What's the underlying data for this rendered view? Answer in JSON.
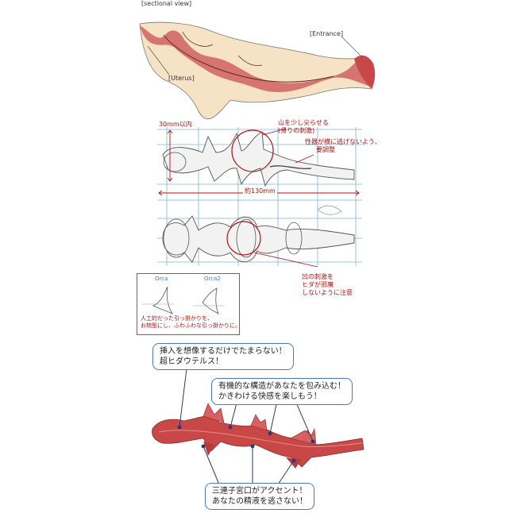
{
  "sectional": {
    "title": "[sectional view]",
    "entrance_label": "[Entrance]",
    "uterus_label": "[Uterus]"
  },
  "blueprint": {
    "width_note": "30mm以内",
    "length_note": "約130mm",
    "note_mountain": [
      "山を少し尖らせる",
      "(帰りの刺激)"
    ],
    "note_adjust": [
      "性器が横に逃げないよう、",
      "要調整"
    ],
    "note_valley": [
      "凹の刺激を",
      "ヒダが邪魔",
      "しないように注意"
    ]
  },
  "inset": {
    "label_a": "Orca",
    "label_b": "Orca2",
    "note": [
      "人工的だった引っ掛かりを、",
      "お椀型にし、ふわふわな引っ掛かりに。"
    ]
  },
  "callouts": {
    "top": [
      "挿入を想像するだけでたまらない！",
      "超ヒダウテルス！"
    ],
    "middle": [
      "有機的な構造があなたを包み込む！",
      "かきわける快感を楽しもう！"
    ],
    "bottom": [
      "三連子宮口がアクセント！",
      "あなたの精液を逃さない！"
    ]
  },
  "colors": {
    "flesh": "#c84848",
    "skin": "#f6e2c4",
    "grid": "#7db2e0",
    "accent_red": "#b01010",
    "bubble_border": "#4a78b8"
  }
}
